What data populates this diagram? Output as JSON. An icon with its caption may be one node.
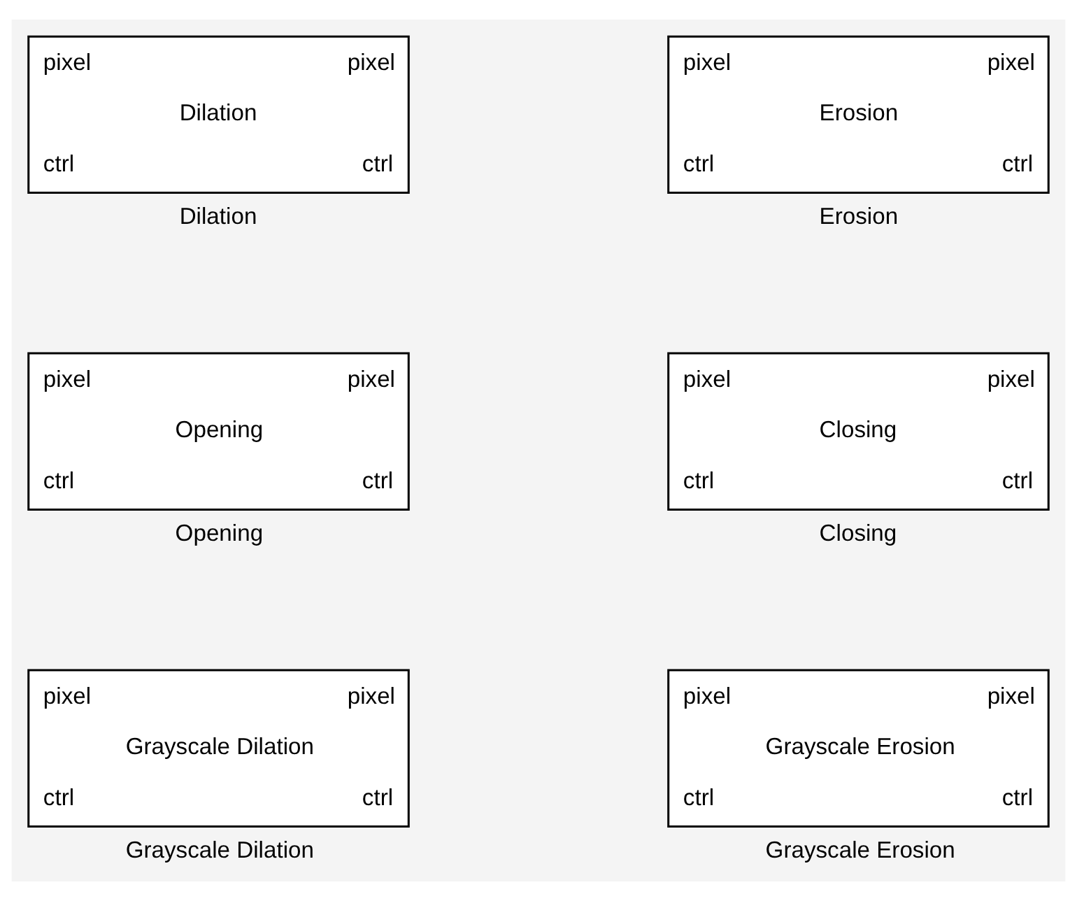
{
  "diagram": {
    "nodes": [
      {
        "text": [
          "pixel",
          "pixel",
          "Dilation",
          "ctrl",
          "ctrl"
        ],
        "beside": [
          "Dilation"
        ]
      },
      {
        "text": [
          "pixel",
          "pixel",
          "Erosion",
          "ctrl",
          "ctrl"
        ],
        "beside": [
          "Erosion"
        ]
      },
      {
        "text": [
          "pixel",
          "pixel",
          "Opening",
          "ctrl",
          "ctrl"
        ],
        "beside": [
          "Opening"
        ]
      },
      {
        "text": [
          "pixel",
          "pixel",
          "Closing",
          "ctrl",
          "ctrl"
        ],
        "beside": [
          "Closing"
        ]
      },
      {
        "text": [
          "pixel",
          "pixel",
          "Grayscale Dilation",
          "ctrl",
          "ctrl"
        ],
        "beside": [
          "Grayscale Dilation"
        ]
      },
      {
        "text": [
          "pixel",
          "pixel",
          "Grayscale Erosion",
          "ctrl",
          "ctrl"
        ],
        "beside": [
          "Grayscale Erosion"
        ]
      }
    ]
  }
}
